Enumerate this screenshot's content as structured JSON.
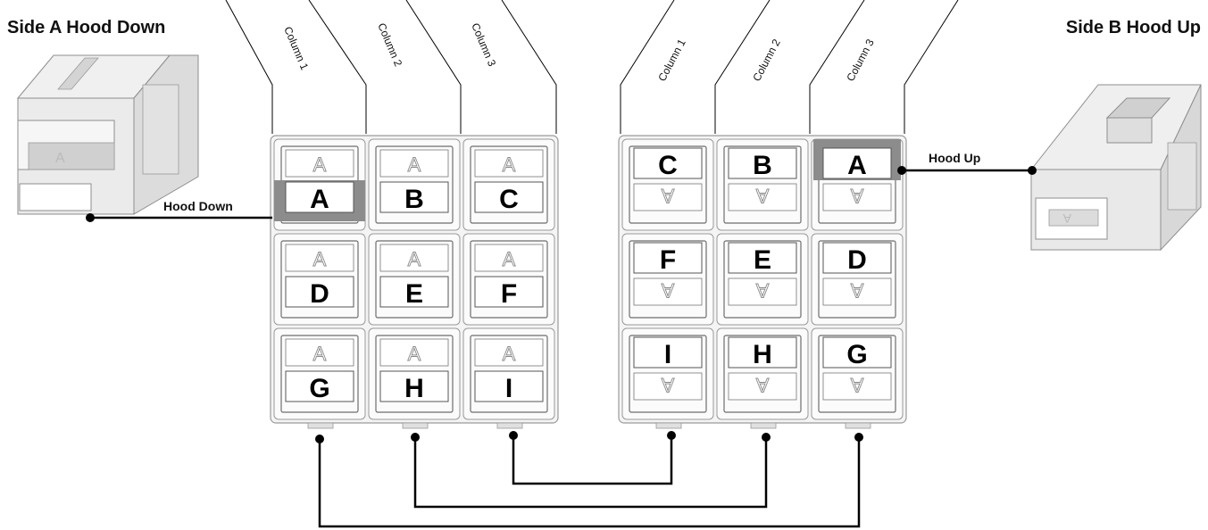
{
  "titles": {
    "side_a": "Side A Hood Down",
    "side_b": "Side B Hood Up"
  },
  "callouts": {
    "hood_down": "Hood Down",
    "hood_up": "Hood Up"
  },
  "column_labels": [
    "Column 1",
    "Column 2",
    "Column 3"
  ],
  "ghost_letter": "A",
  "side_a": {
    "rows": [
      [
        "A",
        "B",
        "C"
      ],
      [
        "D",
        "E",
        "F"
      ],
      [
        "G",
        "H",
        "I"
      ]
    ],
    "highlighted": "A"
  },
  "side_b": {
    "rows": [
      [
        "C",
        "B",
        "A"
      ],
      [
        "F",
        "E",
        "D"
      ],
      [
        "I",
        "H",
        "G"
      ]
    ],
    "highlighted": "A"
  },
  "colors": {
    "line": "#000000",
    "housing": "#f4f4f4",
    "housing_stroke": "#9a9a9a",
    "highlight": "#8c8c8c",
    "connector": "#e8e8e8"
  }
}
